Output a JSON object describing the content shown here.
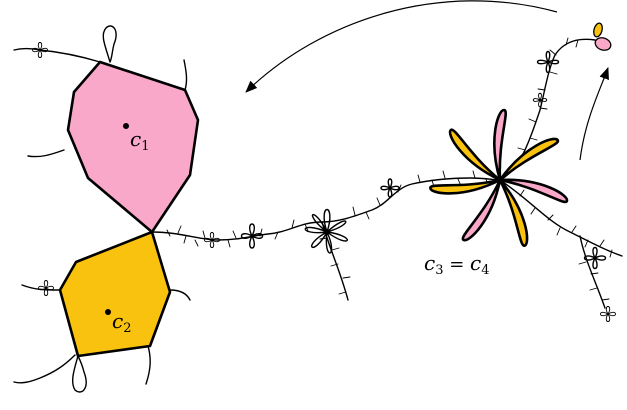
{
  "labels": {
    "c1": {
      "base": "c",
      "sub": "1"
    },
    "c2": {
      "base": "c",
      "sub": "2"
    },
    "c34": {
      "base_left": "c",
      "sub_left": "3",
      "equals": " = ",
      "base_right": "c",
      "sub_right": "4"
    }
  },
  "colors": {
    "pink": "#F9A8C9",
    "yellow": "#F8C20F",
    "stroke": "#000000"
  }
}
